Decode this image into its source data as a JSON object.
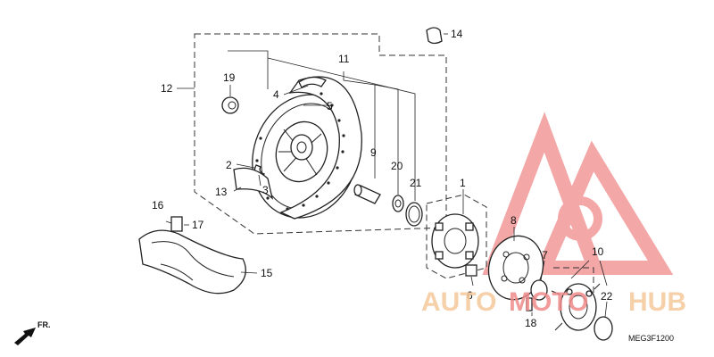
{
  "diagram": {
    "callouts": [
      {
        "id": "c1",
        "text": "1"
      },
      {
        "id": "c2",
        "text": "2"
      },
      {
        "id": "c3",
        "text": "3"
      },
      {
        "id": "c4",
        "text": "4"
      },
      {
        "id": "c5",
        "text": "5"
      },
      {
        "id": "c6",
        "text": "6"
      },
      {
        "id": "c7",
        "text": "7"
      },
      {
        "id": "c8",
        "text": "8"
      },
      {
        "id": "c9",
        "text": "9"
      },
      {
        "id": "c10",
        "text": "10"
      },
      {
        "id": "c11",
        "text": "11"
      },
      {
        "id": "c12",
        "text": "12"
      },
      {
        "id": "c13",
        "text": "13"
      },
      {
        "id": "c14",
        "text": "14"
      },
      {
        "id": "c15",
        "text": "15"
      },
      {
        "id": "c16",
        "text": "16"
      },
      {
        "id": "c17",
        "text": "17"
      },
      {
        "id": "c18",
        "text": "18"
      },
      {
        "id": "c19",
        "text": "19"
      },
      {
        "id": "c20",
        "text": "20"
      },
      {
        "id": "c21",
        "text": "21"
      },
      {
        "id": "c22",
        "text": "22"
      }
    ],
    "direction_marker": "FR.",
    "diagram_code": "MEG3F1200"
  },
  "watermark": {
    "part1": "AUTO",
    "part2": "MOTO",
    "part3": "HUB",
    "colors": {
      "orange": "#f5c89a",
      "red": "#f08a8a"
    }
  }
}
